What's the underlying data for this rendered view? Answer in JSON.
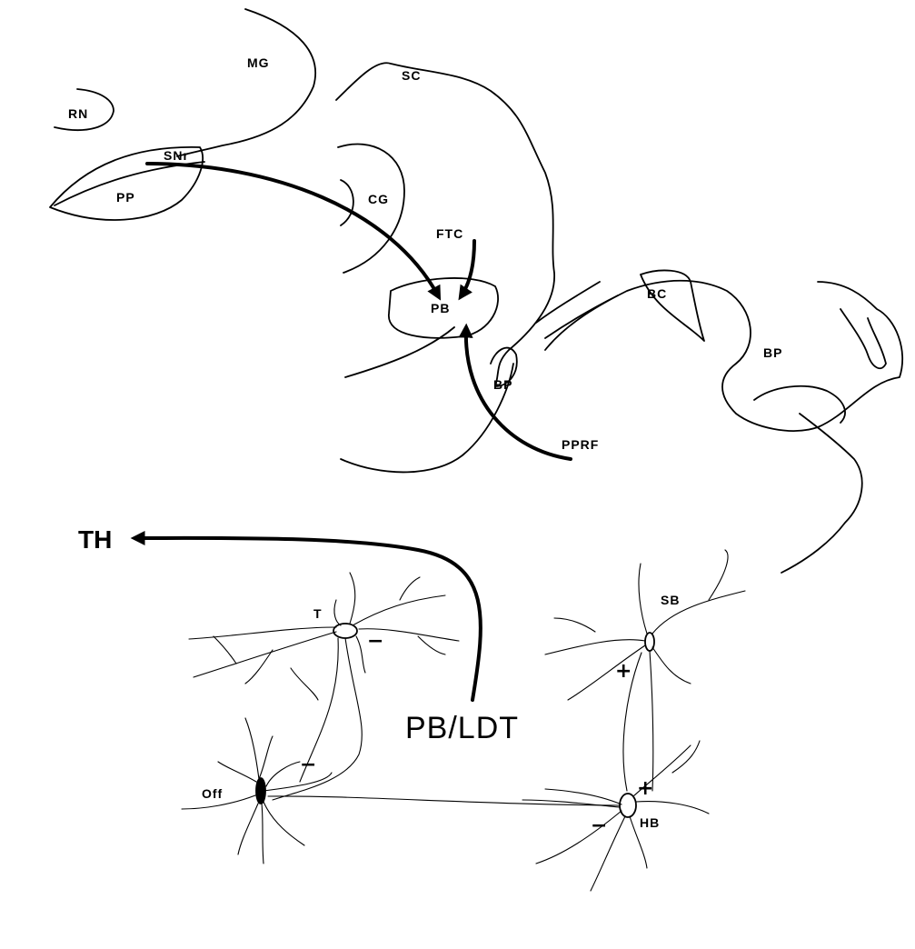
{
  "labels": {
    "mg": "MG",
    "sc": "SC",
    "rn": "RN",
    "snr": "SNr",
    "pp": "PP",
    "cg": "CG",
    "ftc": "FTC",
    "pb": "PB",
    "bc": "BC",
    "bp_right": "BP",
    "bp_mid": "BP",
    "pprf": "PPRF",
    "th": "TH",
    "pb_ldt": "PB/LDT",
    "t": "T",
    "sb": "SB",
    "off": "Off",
    "hb": "HB"
  },
  "signs": {
    "t_minus": "−",
    "sb_plus": "+",
    "off_minus": "−",
    "hb_plus": "+",
    "hb_minus": "−"
  }
}
